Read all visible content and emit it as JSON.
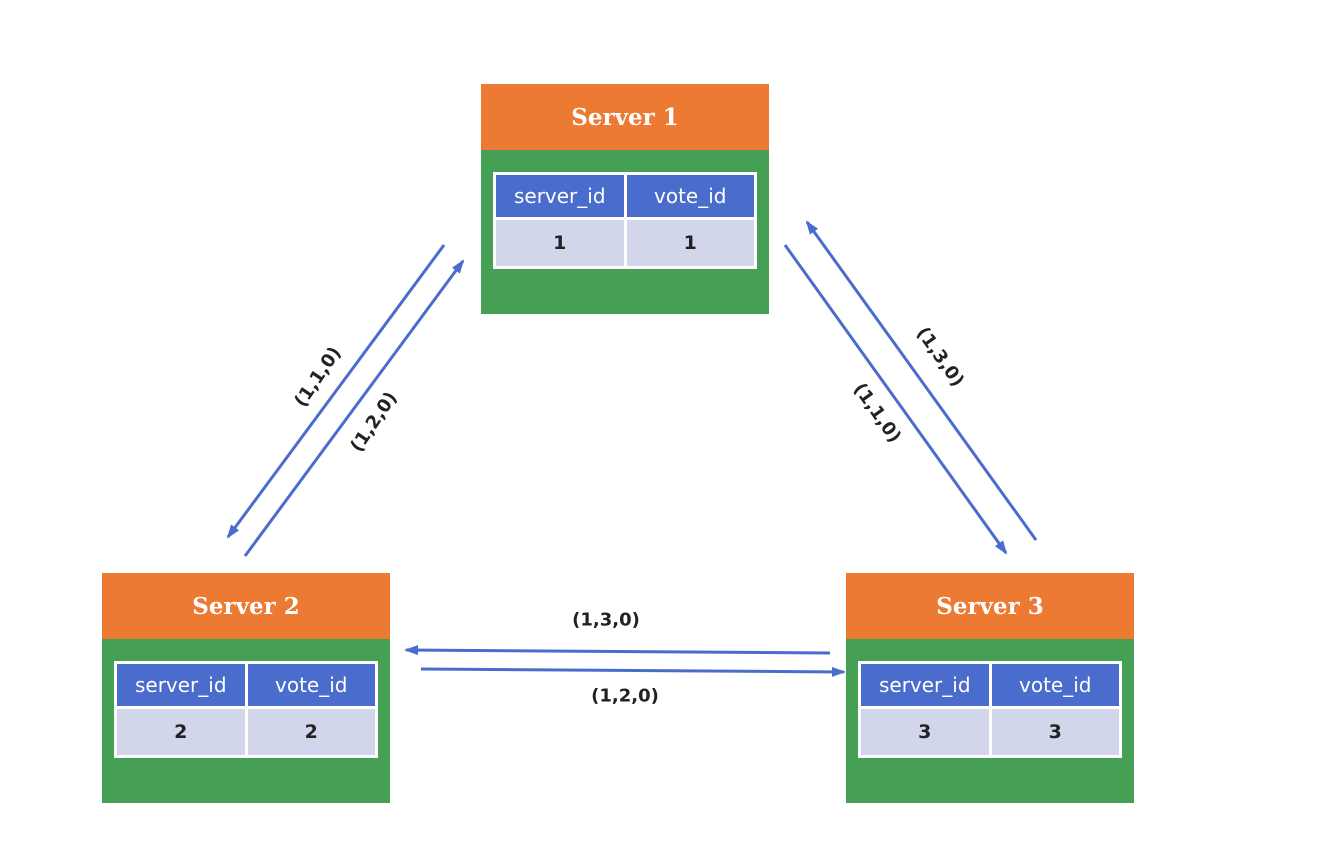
{
  "servers": [
    {
      "title": "Server 1",
      "col1": "server_id",
      "col2": "vote_id",
      "server_id": "1",
      "vote_id": "1"
    },
    {
      "title": "Server 2",
      "col1": "server_id",
      "col2": "vote_id",
      "server_id": "2",
      "vote_id": "2"
    },
    {
      "title": "Server 3",
      "col1": "server_id",
      "col2": "vote_id",
      "server_id": "3",
      "vote_id": "3"
    }
  ],
  "messages": {
    "s1_to_s2": "(1,1,0)",
    "s2_to_s1": "(1,2,0)",
    "s1_to_s3": "(1,1,0)",
    "s3_to_s1": "(1,3,0)",
    "s3_to_s2": "(1,3,0)",
    "s2_to_s3": "(1,2,0)"
  },
  "colors": {
    "header": "#ec7a32",
    "body": "#45a055",
    "table_header": "#4a6ccc",
    "table_cell": "#d1d6ea",
    "arrow": "#4a6ccc"
  }
}
